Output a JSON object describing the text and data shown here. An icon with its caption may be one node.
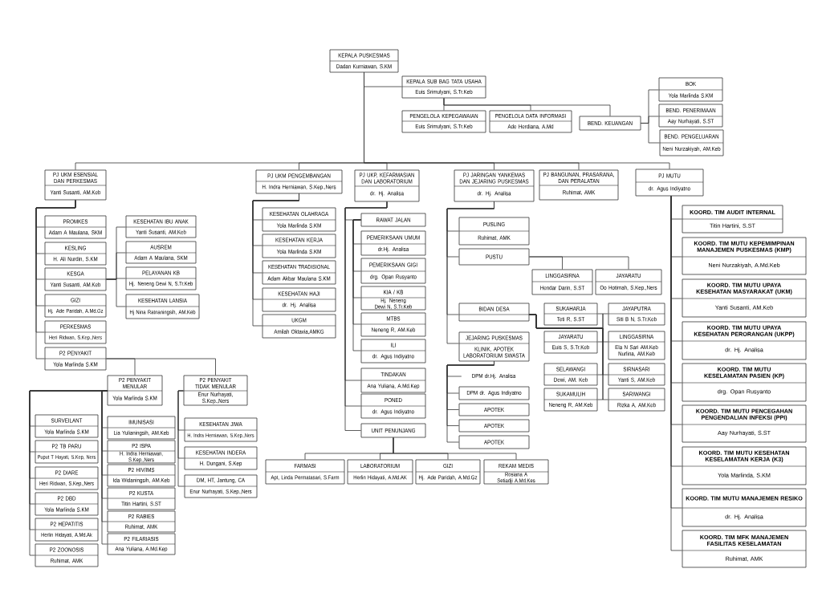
{
  "diagram": {
    "nodes": [
      {
        "text": [
          "KEPALA PUSKESMAS",
          "Dadan Kurniawan, S.KM"
        ]
      },
      {
        "text": [
          "KEPALA SUB BAG TATA USAHA",
          "Euis Srimulyani, S.Tr.Keb"
        ]
      },
      {
        "text": [
          "PENGELOLA KEPEGAWAIAN",
          "Euis Srimulyani, S.Tr.Keb"
        ]
      },
      {
        "text": [
          "PENGELOLA DATA INFORMASI",
          "Ade Herdiana, A.Md"
        ]
      },
      {
        "text": [
          "BEND. KEUANGAN"
        ]
      },
      {
        "text": [
          "BOK",
          "Yola Marlinda S.KM"
        ]
      },
      {
        "text": [
          "BEND. PENERIMAAN",
          "Aay Nurhayati, S.ST"
        ]
      },
      {
        "text": [
          "BEND. PENGELUARAN",
          "Neni Nurzakiyah, AM.Keb"
        ]
      },
      {
        "text": [
          "PJ UKM ESENSIAL DAN PERKESMAS",
          "Yanti Susanti, AM.Keb"
        ]
      },
      {
        "text": [
          "PJ UKM PENGEMBANGAN",
          "H. Indra Herniawan, S.Kep.,Ners"
        ]
      },
      {
        "text": [
          "PJ UKP, KEFARMASIAN DAN LABORATORIUM",
          "dr. Hj. Analisa"
        ]
      },
      {
        "text": [
          "PJ JARINGAN YANKEMAS DAN JEJARING PUSKESMAS",
          "dr. Hj. Analisa"
        ]
      },
      {
        "text": [
          "PJ BANGUNAN, PRASARANA, DAN PERALATAN",
          "Ruhimat, AMK"
        ]
      },
      {
        "text": [
          "PJ MUTU",
          "dr. Agus Indiyatno"
        ]
      },
      {
        "text": [
          "PROMKES",
          "Adam A Maulana, SKM"
        ]
      },
      {
        "text": [
          "KESLING",
          "H. Ali Nurdin, S.KM"
        ]
      },
      {
        "text": [
          "KESGA",
          "Yanti Susanti, AM.Keb"
        ]
      },
      {
        "text": [
          "GIZI",
          "Hj. Ade Paridah, A.Md.Gz"
        ]
      },
      {
        "text": [
          "PERKESMAS",
          "Heri Ridwan, S.Kep.,Ners"
        ]
      },
      {
        "text": [
          "P2 PENYAKIT",
          "Yola Marlinda S.KM"
        ]
      },
      {
        "text": [
          "KESEHATAN IBU ANAK",
          "Yanti Susanti, AM.Keb"
        ]
      },
      {
        "text": [
          "AUSREM",
          "Adam A Maulana, SKM"
        ]
      },
      {
        "text": [
          "PELAYANAN KB",
          "Hj. Neneng Dewi N, S.Tr.Keb"
        ]
      },
      {
        "text": [
          "KESEHATAN LANSIA",
          "Hj Nina Ratnaningsih, AM.Keb"
        ]
      },
      {
        "text": [
          "P2 PENYAKIT MENULAR",
          "Yola Marlinda S.KM"
        ]
      },
      {
        "text": [
          "P2 PENYAKIT TIDAK MENULAR",
          "Enur Nurhayati, S.Kep.,Ners"
        ]
      },
      {
        "text": [
          "SURVEILANT",
          "Yola Marlinda S.KM"
        ]
      },
      {
        "text": [
          "P2 TB PARU",
          "Puput T Hayati, S.Kep, Ners"
        ]
      },
      {
        "text": [
          "P2 DIARE",
          "Heri Ridwan, S.Kep.,Ners"
        ]
      },
      {
        "text": [
          "P2 DBD",
          "Yola Marlinda S.KM"
        ]
      },
      {
        "text": [
          "P2 HEPATITIS",
          "Herlin Hidayati, A.Md.Ak"
        ]
      },
      {
        "text": [
          "P2 ZOONOSIS",
          "Ruhimat, AMK"
        ]
      },
      {
        "text": [
          "IMUNISASI",
          "Lia Yulianingsih, AM.Keb"
        ]
      },
      {
        "text": [
          "P2 ISPA",
          "H. Indra Herniawan, S.Kep.,Ners"
        ]
      },
      {
        "text": [
          "P2 HIV/IMS",
          "Ida Widaningsih, AM.Keb"
        ]
      },
      {
        "text": [
          "P2 KUSTA",
          "Titin Hartini, S.ST"
        ]
      },
      {
        "text": [
          "P2 RABIES",
          "Ruhimat, AMK"
        ]
      },
      {
        "text": [
          "P2 FILARIASIS",
          "Ana Yuliana, A.Md.Kep"
        ]
      },
      {
        "text": [
          "KESEHATAN JIWA",
          "H. Indra Herniawan, S.Kep.,Ners"
        ]
      },
      {
        "text": [
          "KESEHATAN INDERA",
          "H. Dungani, S.Kep"
        ]
      },
      {
        "text": [
          "DM, HT, Jantung, CA",
          "Enur Nurhayati, S.Kep.,Ners"
        ]
      },
      {
        "text": [
          "KESEHATAN OLAHRAGA",
          "Yola Marlinda S.KM"
        ]
      },
      {
        "text": [
          "KESEHATAN KERJA",
          "Yola Marlinda S.KM"
        ]
      },
      {
        "text": [
          "KESEHATAN TRADISIONAL",
          "Adam Akbar Maulana S.KM"
        ]
      },
      {
        "text": [
          "KESEHATAN HAJI",
          "dr. Hj. Analisa"
        ]
      },
      {
        "text": [
          "UKGM",
          "Amilah Oktavia,AMKG"
        ]
      },
      {
        "text": [
          "RAWAT JALAN"
        ]
      },
      {
        "text": [
          "PEMERIKSAAN UMUM",
          "dr.Hj. Analisa"
        ]
      },
      {
        "text": [
          "PEMERIKSAAN GIGI",
          "drg. Opan Rusyanto"
        ]
      },
      {
        "text": [
          "KIA / KB",
          "Hj. Neneng Dewi N, S.Tr.Keb"
        ]
      },
      {
        "text": [
          "MTBS",
          "Neneng R, AM.Keb"
        ]
      },
      {
        "text": [
          "ILI",
          "dr. Agus Indiyatno"
        ]
      },
      {
        "text": [
          "TINDAKAN",
          "Ana Yuliana, A.Md.Kep"
        ]
      },
      {
        "text": [
          "PONED",
          "dr. Agus Indiyatno"
        ]
      },
      {
        "text": [
          "UNIT PENUNJANG"
        ]
      },
      {
        "text": [
          "FARMASI",
          "Apt, Linda Permatasari, S.Farm"
        ]
      },
      {
        "text": [
          "LABORATORIUM",
          "Herlin Hidayati, A.Md.AK"
        ]
      },
      {
        "text": [
          "GIZI",
          "Hj. Ade Paridah, A.Md.Gz"
        ]
      },
      {
        "text": [
          "REKAM MEDIS",
          "Rosiana A Setiadji A.Md.Kes"
        ]
      },
      {
        "text": [
          "PUSLING",
          "Ruhimat, AMK"
        ]
      },
      {
        "text": [
          "PUSTU"
        ]
      },
      {
        "text": [
          "LINGGASIRNA",
          "Hendar Darin, S.ST"
        ]
      },
      {
        "text": [
          "JAYARATU",
          "Oo Hotimah, S.Kep.,Ners"
        ]
      },
      {
        "text": [
          "BIDAN DESA"
        ]
      },
      {
        "text": [
          "SUKAHARJA",
          "Teti R, S.ST"
        ]
      },
      {
        "text": [
          "JAYAPUTRA",
          "Siti B N, S.Tr.Keb"
        ]
      },
      {
        "text": [
          "JAYARATU",
          "Euis S, S.Tr.Keb"
        ]
      },
      {
        "text": [
          "LINGGASIRNA",
          "Ela N Sari AM.Keb Nurlina, AM.Keb"
        ]
      },
      {
        "text": [
          "SELAWANGI",
          "Dewi, AM. Keb"
        ]
      },
      {
        "text": [
          "SIRNASARI",
          "Yanti S, AM.Keb"
        ]
      },
      {
        "text": [
          "SUKAMULIH",
          "Neneng R, AM.Keb"
        ]
      },
      {
        "text": [
          "SARIWANGI",
          "Rizka A, AM.Keb"
        ]
      },
      {
        "text": [
          "JEJARING PUSKESMAS",
          "KLINIK, APOTEK LABORATORIUM SWASTA"
        ]
      },
      {
        "text": [
          "DPM dr.Hj. Analisa"
        ]
      },
      {
        "text": [
          "DPM dr. Agus Indiyatno"
        ]
      },
      {
        "text": [
          "APOTEK"
        ]
      },
      {
        "text": [
          "APOTEK"
        ]
      },
      {
        "text": [
          "APOTEK"
        ]
      },
      {
        "text": [
          "KOORD. TIM AUDIT INTERNAL",
          "Titin Hartini, S.ST"
        ]
      },
      {
        "text": [
          "KOORD. TIM MUTU KEPEMIMPINAN MANAJEMEN PUSKESMAS (KMP)",
          "Neni Nurzakiyah, A.Md.Keb"
        ]
      },
      {
        "text": [
          "KOORD. TIM MUTU UPAYA KESEHATAN MASYARAKAT (UKM)",
          "Yanti Susanti, AM.Keb"
        ]
      },
      {
        "text": [
          "KOORD. TIM MUTU UPAYA KESEHATAN PERORANGAN (UKPP)",
          "dr. Hj. Analisa"
        ]
      },
      {
        "text": [
          "KOORD. TIM MUTU KESELAMATAN PASIEN (KP)",
          "drg. Opan Rusyanto"
        ]
      },
      {
        "text": [
          "KOORD. TIM MUTU PENCEGAHAN PENGENDALIAN INFEKSI (PPI)",
          "Aay Nurhayati, S.ST"
        ]
      },
      {
        "text": [
          "KOORD. TIM MUTU KESEHATAN KESELAMATAN KERJA (K3)",
          "Yola Marlinda, S.KM"
        ]
      },
      {
        "text": [
          "KOORD. TIM MUTU MANAJEMEN RESIKO",
          "dr. Hj. Analisa"
        ]
      },
      {
        "text": [
          "KOORD. TIM MFK MANAJEMEN FASILITAS KESELAMATAN",
          "Ruhimat, AMK"
        ]
      }
    ],
    "edges": [
      {
        "from": 0,
        "to": 1,
        "arrow": "none"
      },
      {
        "from": 1,
        "to": 2,
        "arrow": "none"
      },
      {
        "from": 1,
        "to": 3,
        "arrow": "none"
      },
      {
        "from": 1,
        "to": 4,
        "arrow": "none"
      },
      {
        "from": 4,
        "to": 5,
        "arrow": "none"
      },
      {
        "from": 4,
        "to": 6,
        "arrow": "none"
      },
      {
        "from": 4,
        "to": 7,
        "arrow": "none"
      },
      {
        "from": 0,
        "to": 8,
        "arrow": "none"
      },
      {
        "from": 0,
        "to": 9,
        "arrow": "none"
      },
      {
        "from": 0,
        "to": 10,
        "arrow": "none"
      },
      {
        "from": 0,
        "to": 11,
        "arrow": "none"
      },
      {
        "from": 0,
        "to": 12,
        "arrow": "none"
      },
      {
        "from": 0,
        "to": 13,
        "arrow": "none"
      },
      {
        "from": 8,
        "to": 14,
        "arrow": "none"
      },
      {
        "from": 8,
        "to": 15,
        "arrow": "none"
      },
      {
        "from": 8,
        "to": 16,
        "arrow": "none"
      },
      {
        "from": 8,
        "to": 17,
        "arrow": "none"
      },
      {
        "from": 8,
        "to": 18,
        "arrow": "none"
      },
      {
        "from": 8,
        "to": 19,
        "arrow": "none"
      },
      {
        "from": 16,
        "to": 20,
        "arrow": "none"
      },
      {
        "from": 16,
        "to": 21,
        "arrow": "none"
      },
      {
        "from": 16,
        "to": 22,
        "arrow": "none"
      },
      {
        "from": 16,
        "to": 23,
        "arrow": "none"
      },
      {
        "from": 19,
        "to": 24,
        "arrow": "none"
      },
      {
        "from": 19,
        "to": 25,
        "arrow": "none"
      },
      {
        "from": 24,
        "to": 26,
        "arrow": "none"
      },
      {
        "from": 24,
        "to": 27,
        "arrow": "none"
      },
      {
        "from": 24,
        "to": 28,
        "arrow": "none"
      },
      {
        "from": 24,
        "to": 29,
        "arrow": "none"
      },
      {
        "from": 24,
        "to": 30,
        "arrow": "none"
      },
      {
        "from": 24,
        "to": 31,
        "arrow": "none"
      },
      {
        "from": 24,
        "to": 32,
        "arrow": "none"
      },
      {
        "from": 24,
        "to": 33,
        "arrow": "none"
      },
      {
        "from": 24,
        "to": 34,
        "arrow": "none"
      },
      {
        "from": 24,
        "to": 35,
        "arrow": "none"
      },
      {
        "from": 24,
        "to": 36,
        "arrow": "none"
      },
      {
        "from": 24,
        "to": 37,
        "arrow": "none"
      },
      {
        "from": 25,
        "to": 38,
        "arrow": "none"
      },
      {
        "from": 25,
        "to": 39,
        "arrow": "none"
      },
      {
        "from": 25,
        "to": 40,
        "arrow": "none"
      },
      {
        "from": 9,
        "to": 41,
        "arrow": "none"
      },
      {
        "from": 9,
        "to": 42,
        "arrow": "none"
      },
      {
        "from": 9,
        "to": 43,
        "arrow": "none"
      },
      {
        "from": 9,
        "to": 44,
        "arrow": "none"
      },
      {
        "from": 9,
        "to": 45,
        "arrow": "none"
      },
      {
        "from": 10,
        "to": 46,
        "arrow": "none"
      },
      {
        "from": 10,
        "to": 52,
        "arrow": "none"
      },
      {
        "from": 10,
        "to": 53,
        "arrow": "none"
      },
      {
        "from": 10,
        "to": 54,
        "arrow": "none"
      },
      {
        "from": 46,
        "to": 47,
        "arrow": "none"
      },
      {
        "from": 46,
        "to": 48,
        "arrow": "none"
      },
      {
        "from": 46,
        "to": 49,
        "arrow": "none"
      },
      {
        "from": 46,
        "to": 50,
        "arrow": "none"
      },
      {
        "from": 46,
        "to": 51,
        "arrow": "none"
      },
      {
        "from": 54,
        "to": 55,
        "arrow": "none"
      },
      {
        "from": 54,
        "to": 56,
        "arrow": "none"
      },
      {
        "from": 54,
        "to": 57,
        "arrow": "none"
      },
      {
        "from": 54,
        "to": 58,
        "arrow": "none"
      },
      {
        "from": 11,
        "to": 59,
        "arrow": "none"
      },
      {
        "from": 11,
        "to": 60,
        "arrow": "none"
      },
      {
        "from": 11,
        "to": 63,
        "arrow": "none"
      },
      {
        "from": 11,
        "to": 72,
        "arrow": "none"
      },
      {
        "from": 60,
        "to": 61,
        "arrow": "none"
      },
      {
        "from": 60,
        "to": 62,
        "arrow": "none"
      },
      {
        "from": 63,
        "to": 64,
        "arrow": "none"
      },
      {
        "from": 63,
        "to": 65,
        "arrow": "none"
      },
      {
        "from": 63,
        "to": 66,
        "arrow": "none"
      },
      {
        "from": 63,
        "to": 67,
        "arrow": "none"
      },
      {
        "from": 63,
        "to": 68,
        "arrow": "none"
      },
      {
        "from": 63,
        "to": 69,
        "arrow": "none"
      },
      {
        "from": 63,
        "to": 70,
        "arrow": "none"
      },
      {
        "from": 63,
        "to": 71,
        "arrow": "none"
      },
      {
        "from": 72,
        "to": 73,
        "arrow": "none"
      },
      {
        "from": 72,
        "to": 74,
        "arrow": "none"
      },
      {
        "from": 72,
        "to": 75,
        "arrow": "none"
      },
      {
        "from": 72,
        "to": 76,
        "arrow": "none"
      },
      {
        "from": 72,
        "to": 77,
        "arrow": "none"
      },
      {
        "from": 13,
        "to": 78,
        "arrow": "none"
      },
      {
        "from": 13,
        "to": 79,
        "arrow": "none"
      },
      {
        "from": 13,
        "to": 80,
        "arrow": "none"
      },
      {
        "from": 13,
        "to": 81,
        "arrow": "none"
      },
      {
        "from": 13,
        "to": 82,
        "arrow": "none"
      },
      {
        "from": 13,
        "to": 83,
        "arrow": "none"
      },
      {
        "from": 13,
        "to": 84,
        "arrow": "none"
      },
      {
        "from": 13,
        "to": 85,
        "arrow": "none"
      },
      {
        "from": 13,
        "to": 86,
        "arrow": "none"
      }
    ]
  }
}
